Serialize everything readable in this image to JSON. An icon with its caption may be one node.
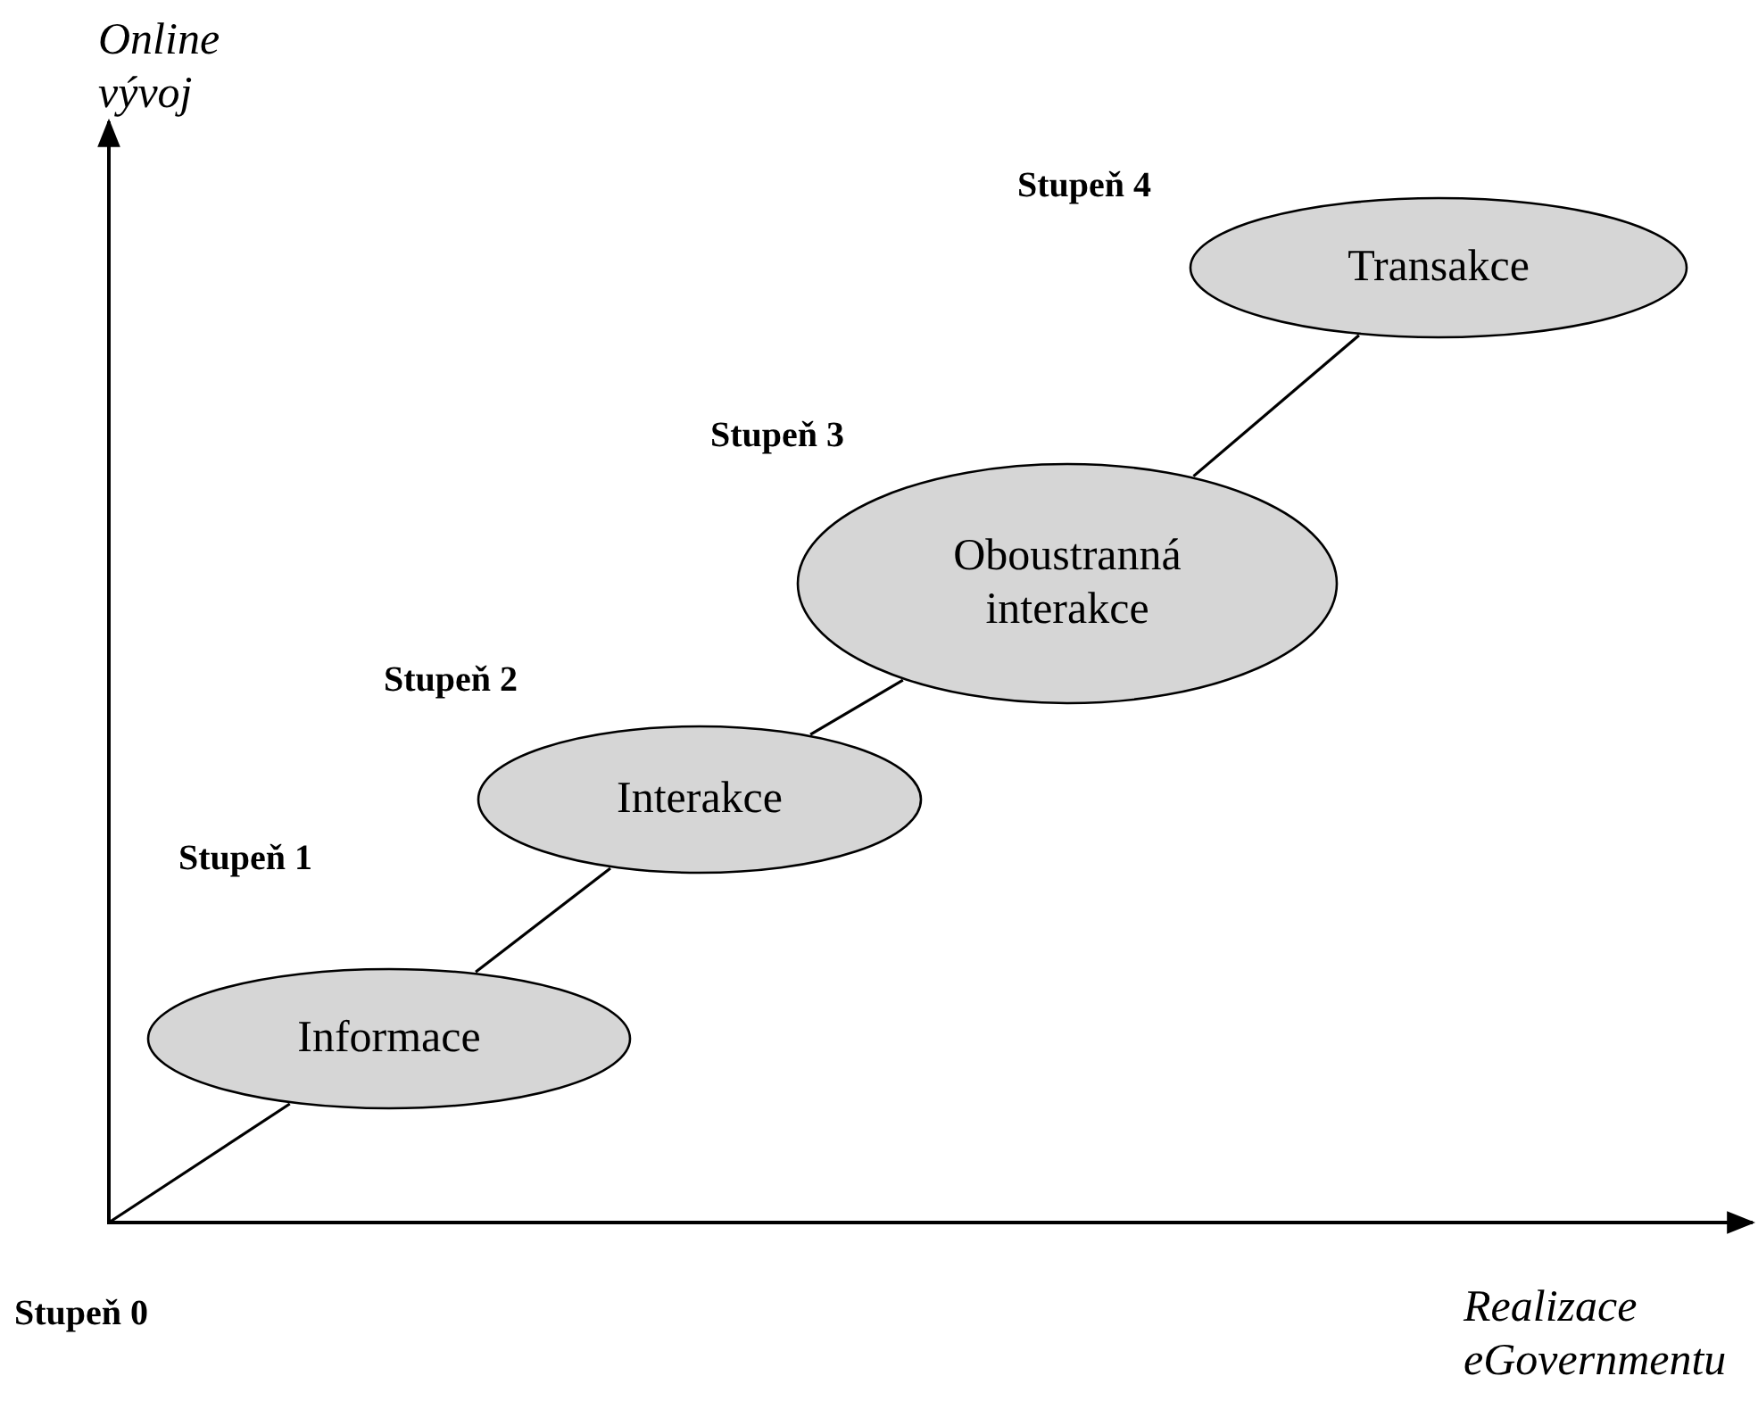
{
  "diagram": {
    "nodes": [
      {
        "text": [
          "Informace"
        ],
        "beside": [
          "Stupeň 1"
        ]
      },
      {
        "text": [
          "Interakce"
        ],
        "beside": [
          "Stupeň 2"
        ]
      },
      {
        "text": [
          "Oboustranná interakce"
        ],
        "beside": [
          "Stupeň 3"
        ]
      },
      {
        "text": [
          "Transakce"
        ],
        "beside": [
          "Stupeň 4"
        ]
      }
    ],
    "edges": [
      {
        "from": null,
        "to": 0,
        "arrow": "none"
      },
      {
        "from": 0,
        "to": 1,
        "arrow": "none"
      },
      {
        "from": 1,
        "to": 2,
        "arrow": "none"
      },
      {
        "from": 2,
        "to": 3,
        "arrow": "none"
      }
    ],
    "labels": [
      "Online vývoj",
      "Stupeň 0",
      "Realizace eGovernmentu"
    ]
  }
}
